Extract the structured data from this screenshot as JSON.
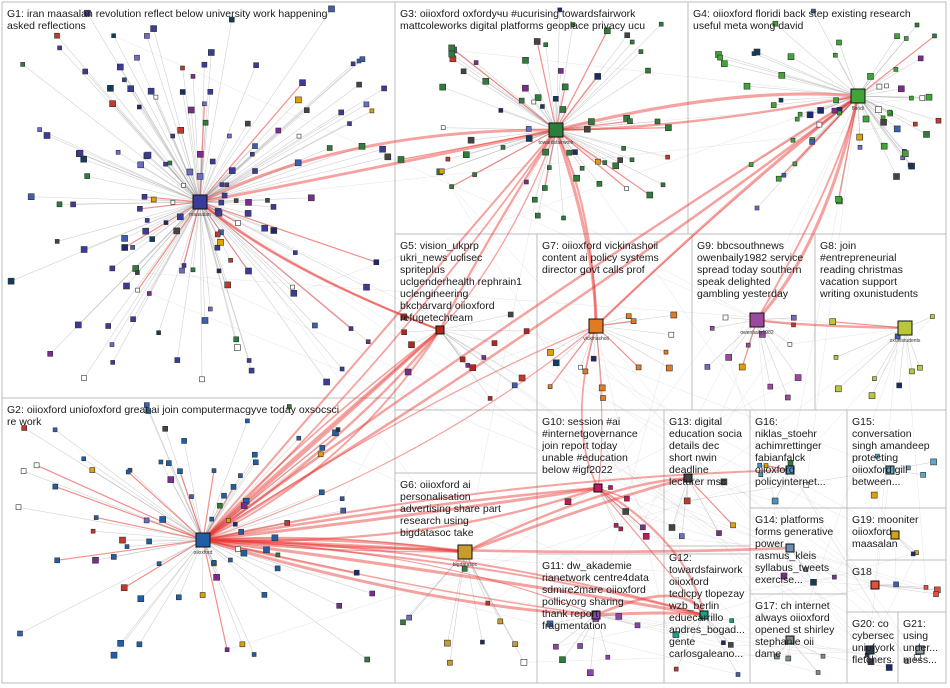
{
  "groups": [
    {
      "id": "G1",
      "label": "G1: iran maasalan revolution reflect below university work happening\nasked reflections",
      "color": "#3b3b9a"
    },
    {
      "id": "G2",
      "label": "G2: oiioxford uniofoxford great ai join computermacgyve today oxsocsci\nre work",
      "color": "#1f5fa8"
    },
    {
      "id": "G3",
      "label": "G3: oiioxford oxfordучu #ucurising towardsfairwork\nmattcoleworks digital platforms geoplace privacy ucu",
      "color": "#2e7d3a"
    },
    {
      "id": "G4",
      "label": "G4: oiioxford floridi back step existing research\nuseful meta wong david",
      "color": "#3fa535"
    },
    {
      "id": "G5",
      "label": "G5: vision_ukprp\nukri_news uclisec\nspriteplus\nuclgenderhealth rephrain1\nuclengineering\nbkcharvard oiioxford\nrefugetechteam",
      "color": "#b8241c"
    },
    {
      "id": "G7",
      "label": "G7: oiioxford vickinashoii\ncontent ai policy systems\ndirector govt calls prof",
      "color": "#e07b22"
    },
    {
      "id": "G9",
      "label": "G9: bbcsouthnews\nowenbaily1982 service\nspread today southern\nspeak delighted\ngambling yesterday",
      "color": "#9b4aa0"
    },
    {
      "id": "G8",
      "label": "G8: join\n#entrepreneurial\nreading christmas\nvacation support\nwriting oxunistudents",
      "color": "#b7c93a"
    },
    {
      "id": "G10",
      "label": "G10: session #ai\n#internetgovernance\njoin report today\nunable #education\nbelow #igf2022",
      "color": "#c2185b"
    },
    {
      "id": "G13",
      "label": "G13: digital\neducation socia\ndetails dec\nshort nwin\ndeadline\nlecturer msc",
      "color": "#444444"
    },
    {
      "id": "G16",
      "label": "G16:\nniklas_stoehr\nachimrettinger\nfabianfalck\noiioxford\npolicyinternet...",
      "color": "#4a90c2"
    },
    {
      "id": "G15",
      "label": "G15:\nconversation\nsingh amandeep\nprotecting\noiioxford gill\nbetween...",
      "color": "#5aa9c9"
    },
    {
      "id": "G6",
      "label": "G6: oiioxford ai\npersonalisation\nadvertising share part\nresearch using\nbigdatasoc take",
      "color": "#c89b2a"
    },
    {
      "id": "G14",
      "label": "G14: platforms\nforms generative\npower\nrasmus_kleis\nsyllabus_tweets\nexercise...",
      "color": "#6a8fb0"
    },
    {
      "id": "G19",
      "label": "G19: mooniter\noiioxford\nmaasalan",
      "color": "#d4a017"
    },
    {
      "id": "G11",
      "label": "G11: dw_akademie\nrianetwork centre4data\nsdmire2mare oiioxford\npollicyorg sharing\nthank report\nfragmentation",
      "color": "#8e44ad"
    },
    {
      "id": "G12",
      "label": "G12:\ntowardsfairwork\noiioxford\ntedicpy tlopezay\nwzb_berlin\neduecarrillo\nandres_bogad...\ngente\ncarlosgaleano...",
      "color": "#16a085"
    },
    {
      "id": "G18",
      "label": "G18",
      "color": "#e74c3c"
    },
    {
      "id": "G17",
      "label": "G17: ch internet\nalways oiioxford\nopened st shirley\nstephanie oii\ndame",
      "color": "#7f8c8d"
    },
    {
      "id": "G20",
      "label": "G20: co\ncybersec...\nuniofyork\nfletchers...",
      "color": "#2c3e50"
    },
    {
      "id": "G21",
      "label": "G21:\nusing\nunder...\nmess...",
      "color": "#95a5a6"
    }
  ],
  "hub_names": {
    "G1": "maasalan",
    "G2": "oiioxford",
    "G3": "towardsfairwork",
    "G4": "floridi",
    "G7": "vickinashoii",
    "G9": "owenbaily1982",
    "G8": "oxunistudents",
    "G6": "bigdatasoc"
  },
  "edge_colors": {
    "normal": "#9a9a9a",
    "strong": "#e8322e"
  }
}
